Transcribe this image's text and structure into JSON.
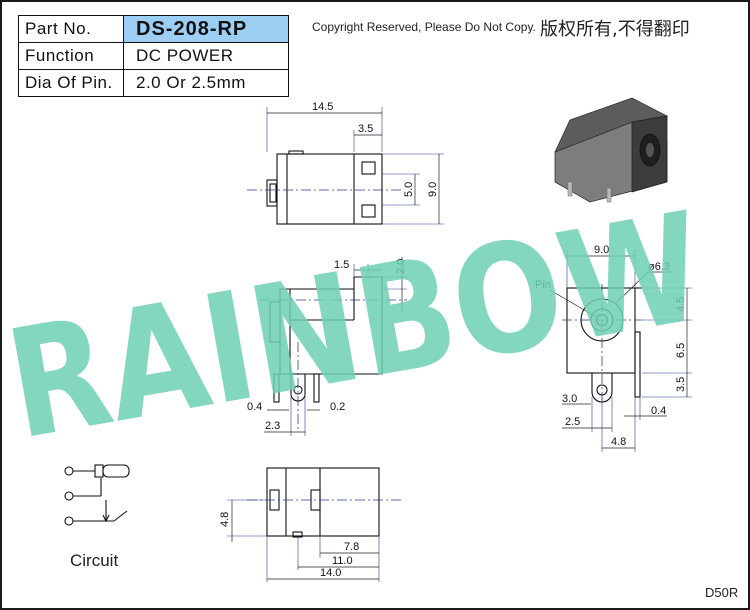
{
  "info_table": {
    "rows": [
      {
        "label": "Part No.",
        "value": "DS-208-RP"
      },
      {
        "label": "Function",
        "value": "DC  POWER"
      },
      {
        "label": "Dia Of Pin.",
        "value": "2.0  Or  2.5mm"
      }
    ]
  },
  "copyright": "Copyright  Reserved,  Please  Do  Not  Copy.",
  "copyright_cn": "版权所有,不得翻印",
  "watermark": "RAINBOW",
  "watermark_color": "#6fd0b4",
  "header_highlight_color": "#9dcff5",
  "top_view": {
    "dims": {
      "overall": "14.5",
      "right_part": "3.5",
      "inner_height": "5.0",
      "overall_height": "9.0"
    }
  },
  "side_view": {
    "dims": {
      "top_step": "1.5",
      "step_height": "2.0",
      "pin_left": "0.4",
      "pin_right": "0.2",
      "pin_spacing": "2.3"
    }
  },
  "front_view": {
    "pin_label": "Pin",
    "dims": {
      "width": "9.0",
      "diameter": "ø6.3",
      "upper": "4.5",
      "middle": "6.5",
      "lower": "3.5",
      "left_pin": "3.0",
      "left_offset": "2.5",
      "right_pin": "0.4",
      "bottom": "4.8"
    }
  },
  "bottom_view": {
    "dims": {
      "height": "4.8",
      "d1": "7.8",
      "d2": "11.0",
      "d3": "14.0"
    }
  },
  "circuit_label": "Circuit",
  "drawing_code": "D50R"
}
